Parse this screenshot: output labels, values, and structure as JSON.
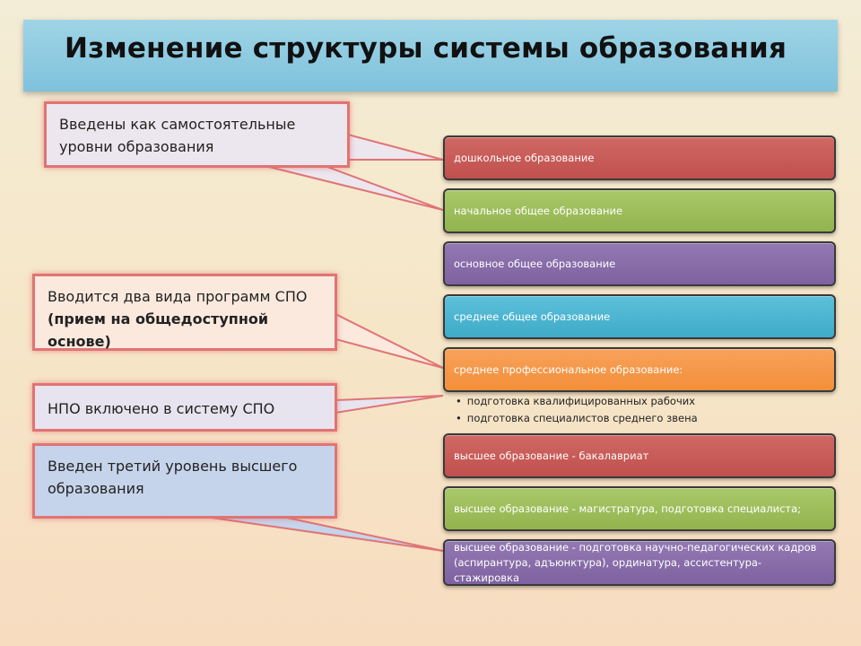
{
  "title": "Изменение структуры системы образования",
  "callouts": [
    {
      "text": "Введены как самостоятельные уровни образования"
    },
    {
      "text": "Вводится два вида программ СПО",
      "bold": "(прием на общедоступной основе)"
    },
    {
      "text": "НПО включено в систему СПО"
    },
    {
      "text": "Введен третий уровень высшего образования"
    }
  ],
  "levels": [
    {
      "label": "дошкольное образование",
      "color": "#c0504d"
    },
    {
      "label": "начальное общее образование",
      "color": "#9bbb59"
    },
    {
      "label": "основное общее образование",
      "color": "#8064a2"
    },
    {
      "label": "среднее общее образование",
      "color": "#4bacc6"
    },
    {
      "label": "среднее профессиональное образование:",
      "color": "#f79646"
    },
    {
      "label": "высшее образование - бакалавриат",
      "color": "#c0504d"
    },
    {
      "label": "высшее образование - магистратура, подготовка специалиста;",
      "color": "#9bbb59"
    },
    {
      "label": "высшее образование - подготовка научно-педагогических кадров (аспирантура, адъюнктура), ординатура, ассистентура-стажировка",
      "color": "#8064a2"
    }
  ],
  "spo_items": [
    "подготовка квалифицированных рабочих",
    "подготовка специалистов среднего звена"
  ]
}
